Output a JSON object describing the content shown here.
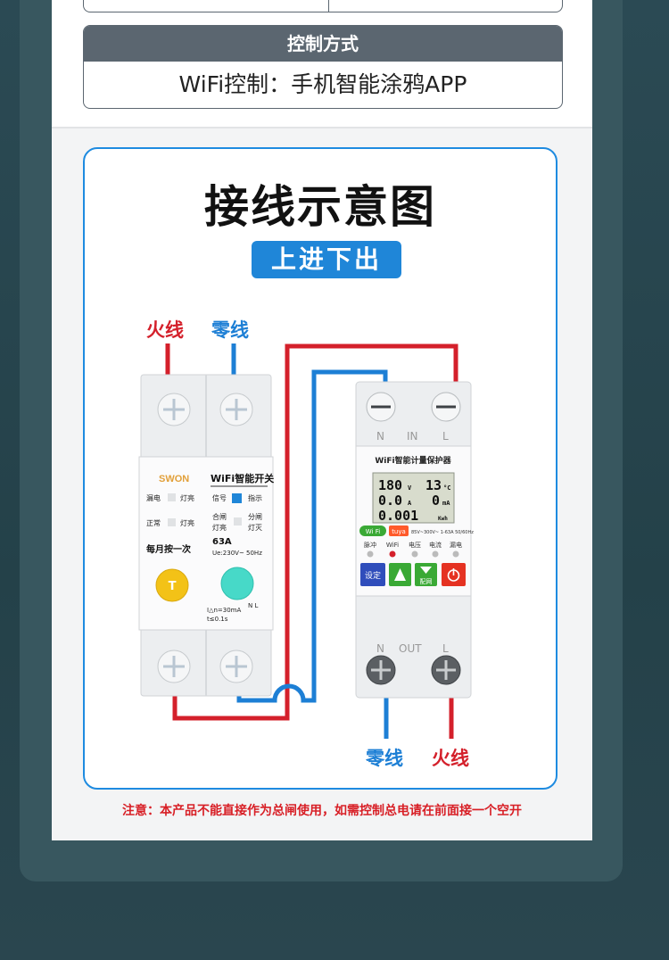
{
  "control_table": {
    "header": "控制方式",
    "value": "WiFi控制：手机智能涂鸦APP"
  },
  "diagram": {
    "title": "接线示意图",
    "badge": "上进下出",
    "input_labels": {
      "live": "火线",
      "neutral": "零线"
    },
    "output_labels": {
      "neutral": "零线",
      "live": "火线"
    },
    "breaker": {
      "brand": "SWON",
      "header": "WiFi智能开关",
      "labels": [
        "漏电",
        "灯亮",
        "正常",
        "灯亮",
        "每月按一次",
        "信号",
        "指示",
        "合闸",
        "灯亮",
        "分闸",
        "灯灭"
      ],
      "rating": "63A",
      "spec": "Ue:230V~ 50Hz",
      "trip": "I△n=30mA",
      "time": "t≤0.1s",
      "test_btn": "T",
      "n_l": "N L"
    },
    "meter": {
      "top_terminals": [
        "N",
        "IN",
        "L"
      ],
      "bottom_terminals": [
        "N",
        "OUT",
        "L"
      ],
      "title": "WiFi智能计量保护器",
      "lcd_row1": [
        "180",
        "V",
        "13",
        "°C"
      ],
      "lcd_row2": [
        "0.0",
        "A",
        "0",
        "mA"
      ],
      "lcd_row3": [
        "0.001",
        "Kwh"
      ],
      "wifi_badge": "Wi Fi",
      "tuya_badge": "tuya",
      "spec": "85V~300V~ 1-63A 50/60Hz",
      "indicators": [
        "脉冲",
        "WiFi",
        "电压",
        "电流",
        "漏电"
      ],
      "buttons": [
        "设定",
        "",
        "配网",
        ""
      ]
    }
  },
  "footer_note": "注意：本产品不能直接作为总闸使用，如需控制总电请在前面接一个空开",
  "colors": {
    "live": "#d4202b",
    "neutral": "#1d7fd5",
    "accent": "#1f86d8",
    "header_bg": "#5b6670"
  }
}
